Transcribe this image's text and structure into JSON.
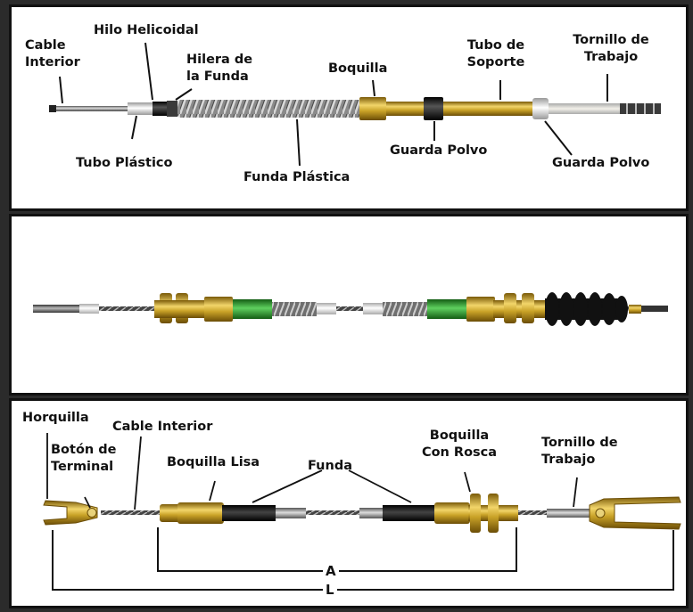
{
  "panel1": {
    "labels": {
      "cable_interior": "Cable Interior",
      "hilo_helicoidal": "Hilo Helicoidal",
      "hilera_de_la_funda": "Hilera de la Funda",
      "boquilla": "Boquilla",
      "tubo_de_soporte": "Tubo de Soporte",
      "tornillo_de_trabajo": "Tornillo de Trabajo",
      "tubo_plastico": "Tubo Plástico",
      "funda_plastica": "Funda Plástica",
      "guarda_polvo_1": "Guarda Polvo",
      "guarda_polvo_2": "Guarda Polvo"
    }
  },
  "panel3": {
    "labels": {
      "horquilla": "Horquilla",
      "boton_de_terminal": "Botón de Terminal",
      "cable_interior": "Cable Interior",
      "boquilla_lisa": "Boquilla Lisa",
      "funda": "Funda",
      "boquilla_con_rosca": "Boquilla Con Rosca",
      "tornillo_de_trabajo": "Tornillo de Trabajo"
    },
    "dimensions": {
      "a": "A",
      "l": "L"
    }
  },
  "colors": {
    "brass": "#c9a227",
    "green_sleeve": "#2f9e2f",
    "black_boot": "#111111",
    "steel": "#9a9a9a"
  }
}
